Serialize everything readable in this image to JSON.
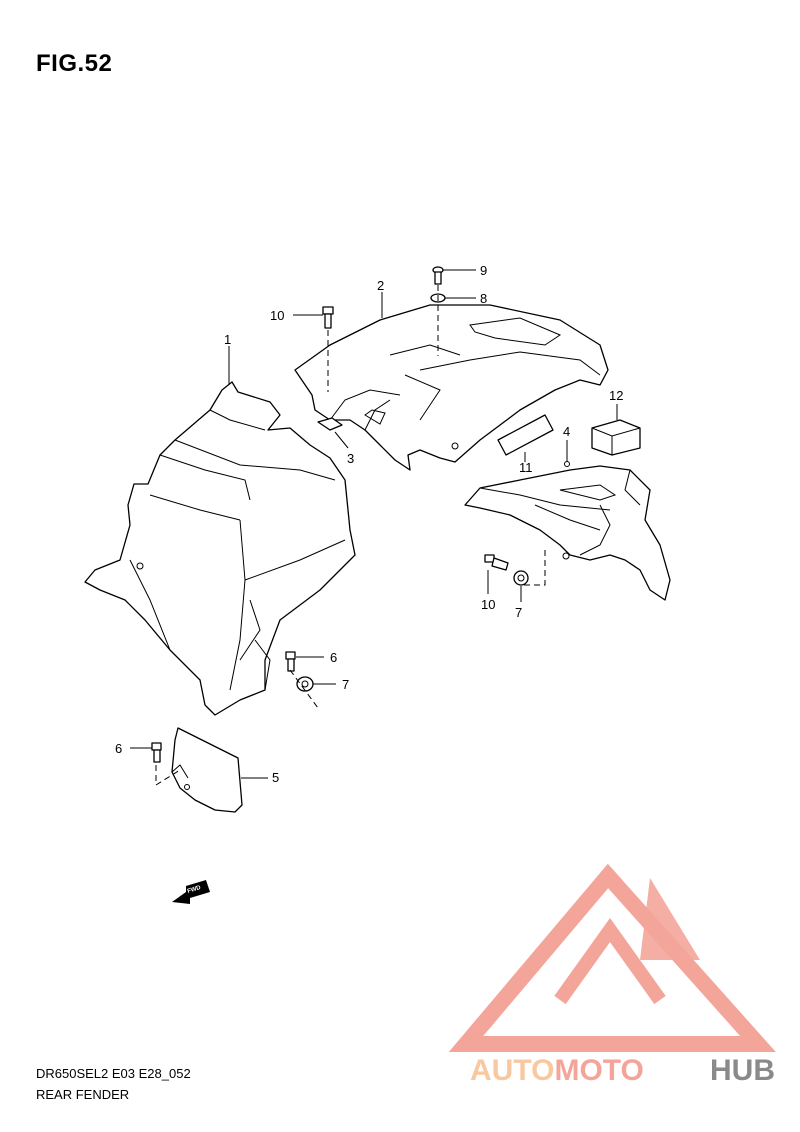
{
  "figure": {
    "title": "FIG.52",
    "code": "DR650SEL2 E03 E28_052",
    "name": "REAR FENDER"
  },
  "callouts": {
    "c1": "1",
    "c2": "2",
    "c3": "3",
    "c4": "4",
    "c5": "5",
    "c6a": "6",
    "c6b": "6",
    "c7a": "7",
    "c7b": "7",
    "c8": "8",
    "c9": "9",
    "c10a": "10",
    "c10b": "10",
    "c11": "11",
    "c12": "12"
  },
  "fwd_label": "FWD",
  "watermark": {
    "word_part1": "AUTOMOTO",
    "word_part2": "HUB",
    "color_primary": "#f4a59a",
    "color_accent": "#f8c9a0",
    "color_dark": "#8a8a8a"
  }
}
